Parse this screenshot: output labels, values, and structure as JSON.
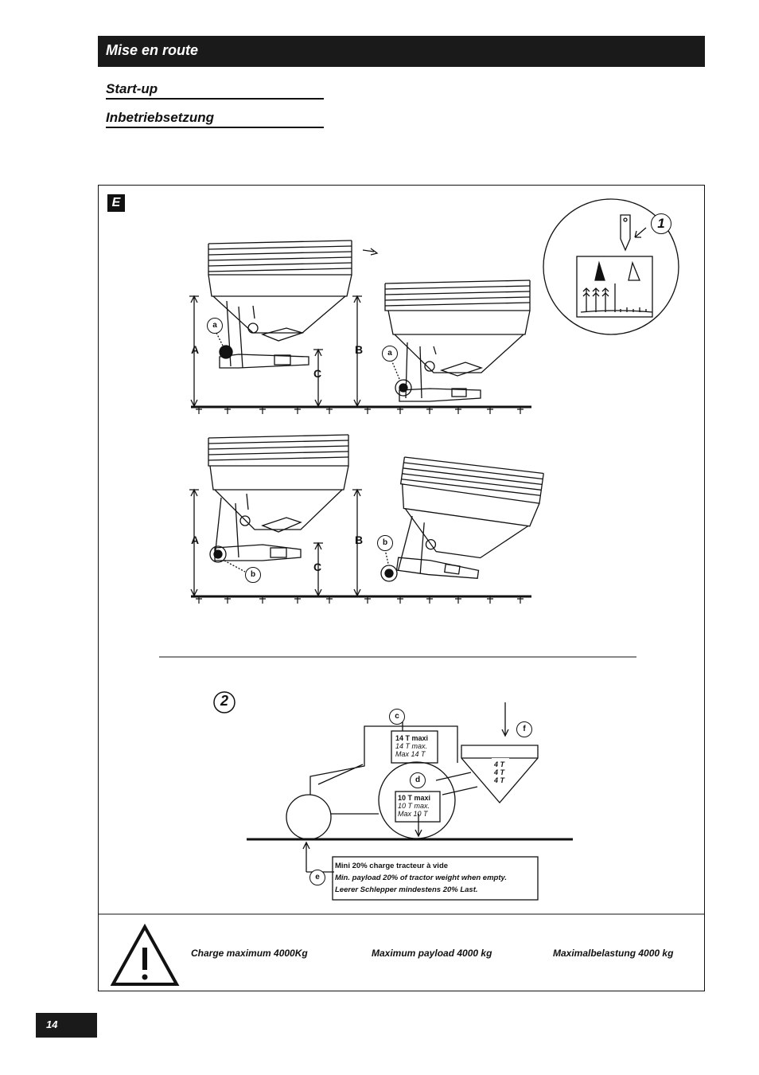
{
  "header": {
    "title": "Mise en route"
  },
  "subtitles": [
    "Start-up",
    "Inbetriebsetzung"
  ],
  "section": {
    "badge": "E"
  },
  "figure1": {
    "callout_number": "1",
    "dimension_labels": {
      "A": "A",
      "B": "B",
      "C": "C"
    },
    "point_labels": {
      "a": "a",
      "b": "b"
    }
  },
  "figure2": {
    "number": "2",
    "labels": {
      "c": "c",
      "d": "d",
      "e": "e",
      "f": "f"
    },
    "cab_load": {
      "line1": "14 T maxi",
      "line2": "14 T max.",
      "line3": "Max 14 T"
    },
    "axle_load": {
      "line1": "10 T maxi",
      "line2": "10 T max.",
      "line3": "Max 10 T"
    },
    "hopper_load": {
      "line1": "4 T",
      "line2": "4 T",
      "line3": "4 T"
    },
    "front_note": {
      "line1": "Mini 20% charge tracteur à vide",
      "line2": "Min. payload 20% of tractor weight when empty.",
      "line3": "Leerer Schlepper mindestens 20% Last."
    }
  },
  "warning": {
    "fr": "Charge maximum 4000Kg",
    "en": "Maximum payload 4000 kg",
    "de": "Maximalbelastung 4000 kg"
  },
  "footer": {
    "page_number": "14"
  }
}
